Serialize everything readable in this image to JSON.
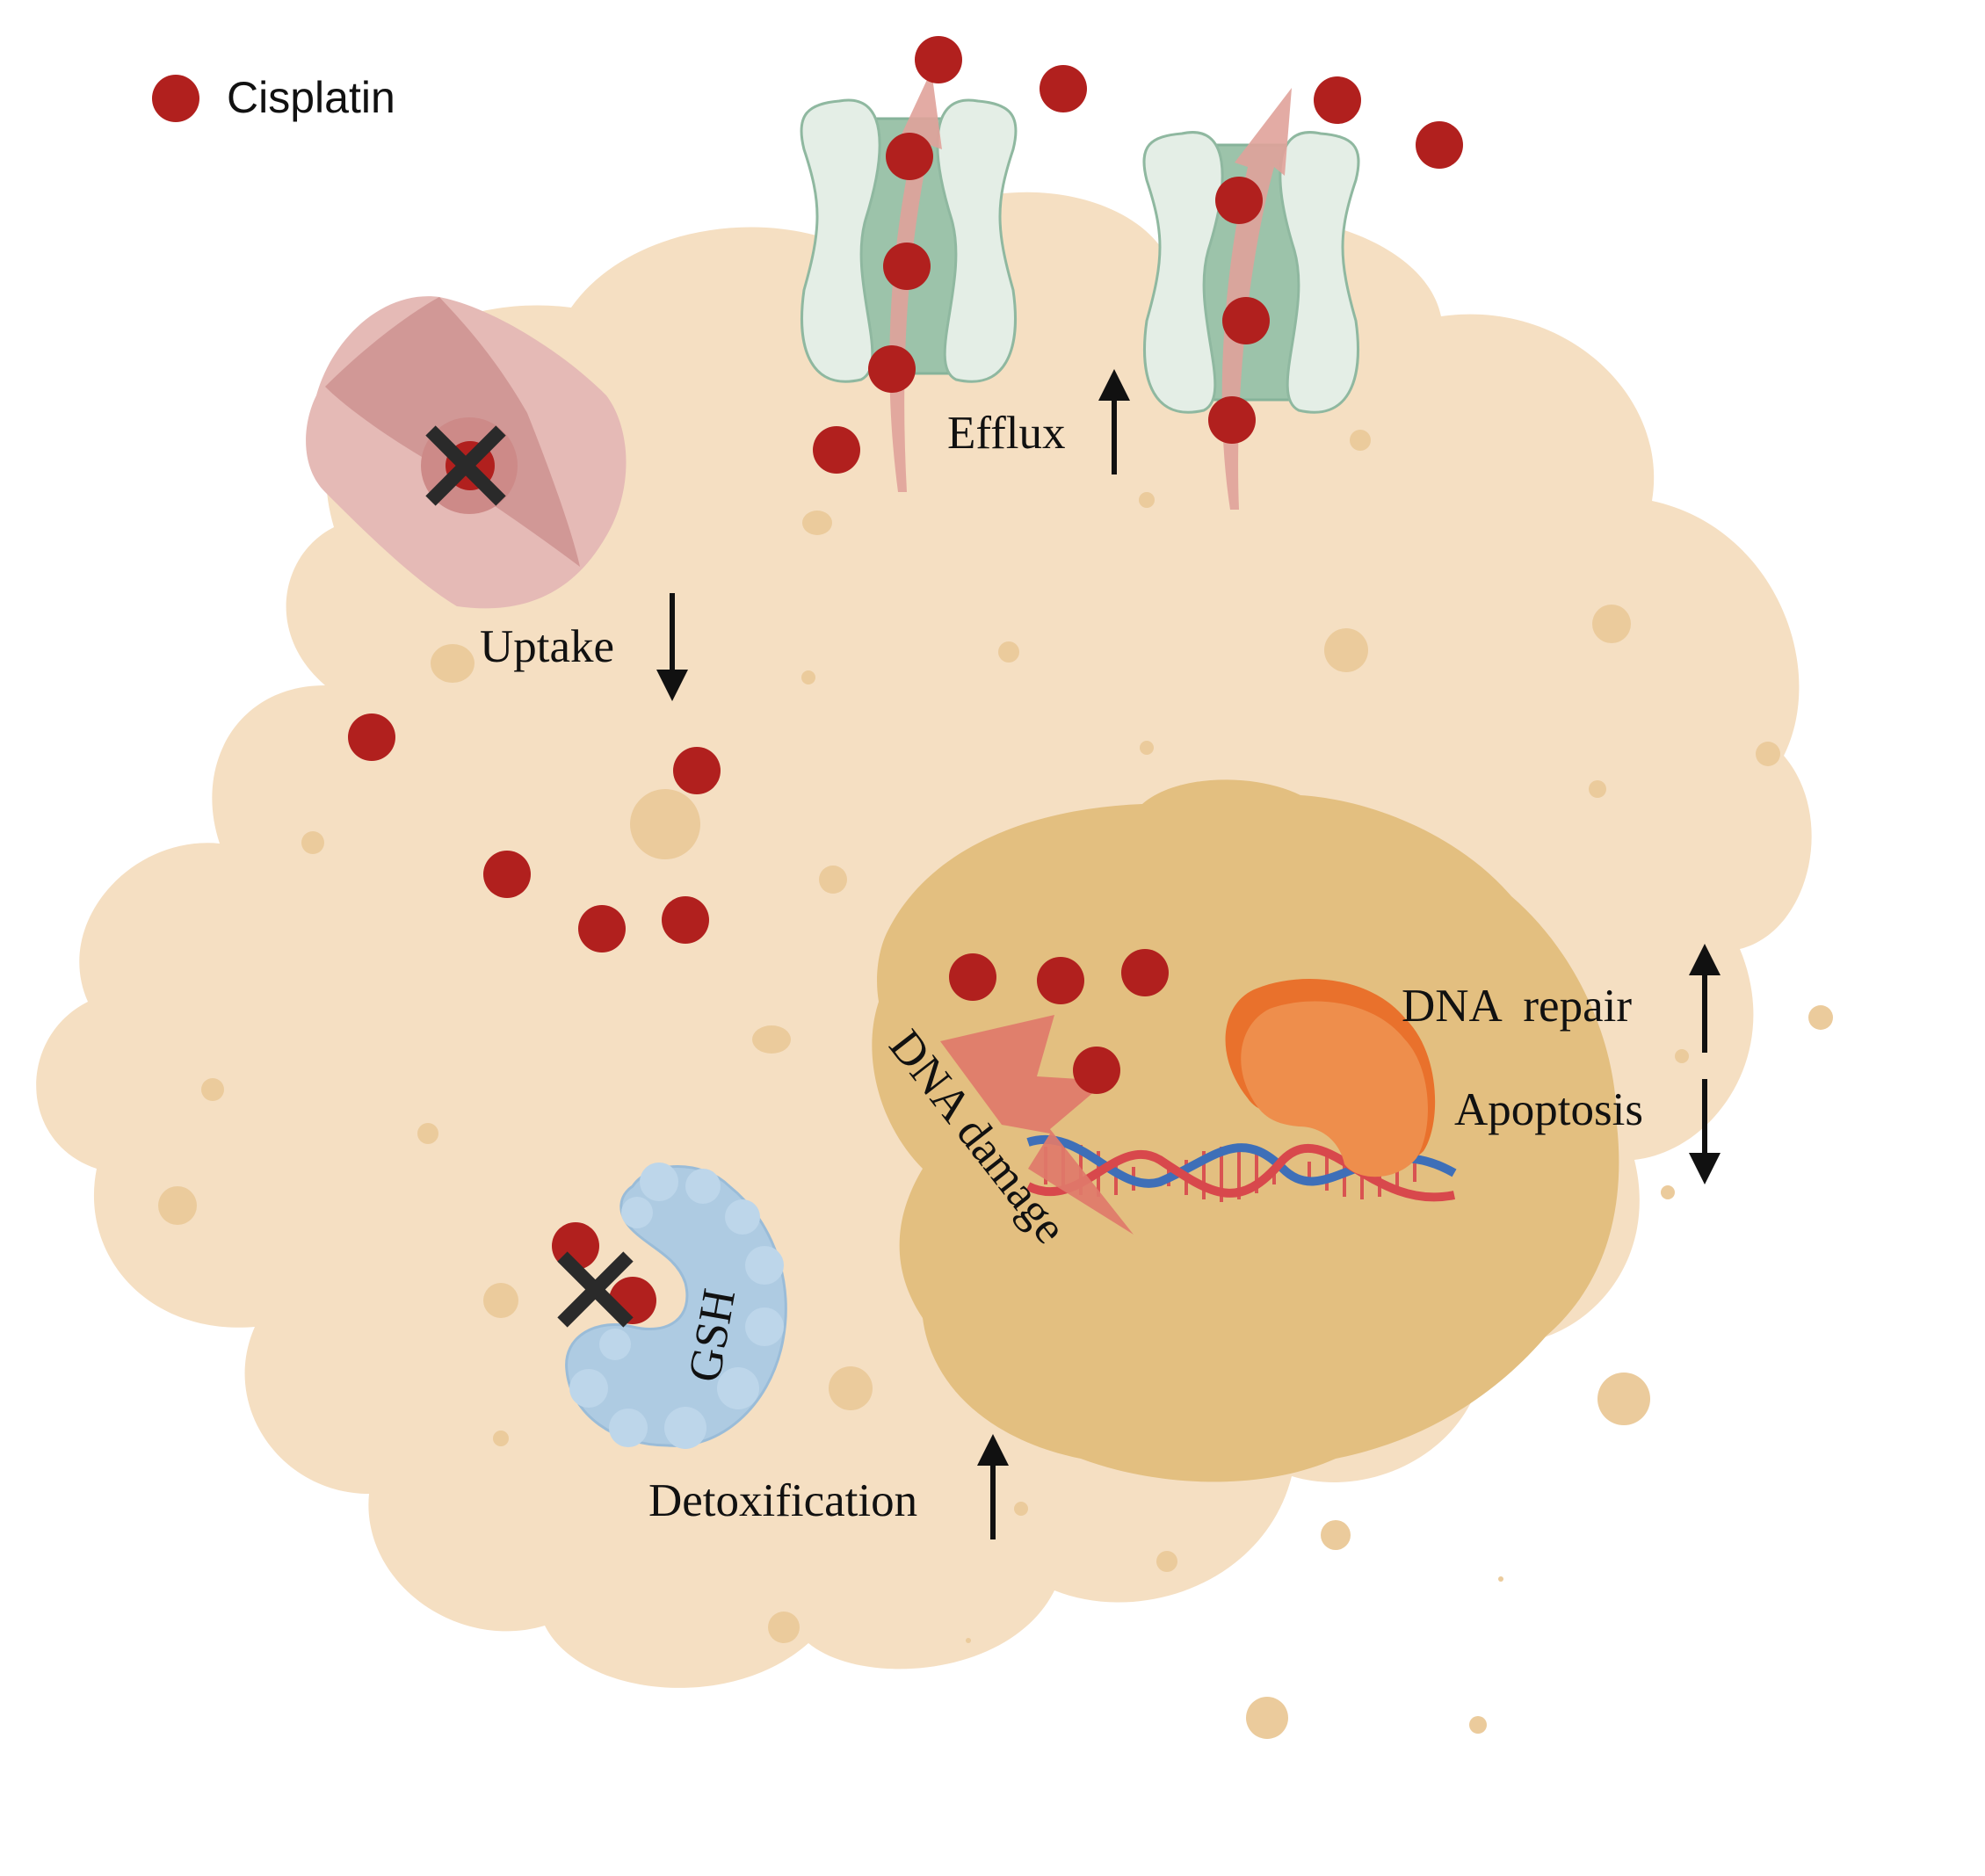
{
  "legend": {
    "label": "Cisplatin"
  },
  "labels": {
    "efflux": "Efflux",
    "uptake": "Uptake",
    "dna_damage": "DNA damage",
    "dna_repair": "DNA  repair",
    "apoptosis": "Apoptosis",
    "gsh": "GSH",
    "detoxification": "Detoxification"
  },
  "colors": {
    "cytoplasm": "#F5DFC2",
    "cytoplasm_granule": "#EBCB9C",
    "nucleus": "#E3BF80",
    "cisplatin": "#B1201E",
    "transporter_pore": "#9CC3AA",
    "transporter_body": "#E4EEE6",
    "uptake_transporter": "#E5BAB6",
    "gsh": "#AECBE2",
    "lightning": "#E07A6A",
    "repair_enzyme": "#EE8E4C",
    "dna_red": "#D8484C",
    "dna_blue": "#3E6FB8",
    "arrow": "#111111"
  },
  "icons": {
    "cisplatin": "red-dot",
    "efflux_transporter": "channel-icon",
    "uptake_transporter": "blocked-transporter-icon",
    "block_mark": "x-mark",
    "gsh": "gsh-blob-icon",
    "dna_damage": "lightning-icon",
    "dna": "double-helix-icon",
    "repair_enzyme": "repair-enzyme-icon",
    "up_arrow": "up-arrow",
    "down_arrow": "down-arrow"
  }
}
